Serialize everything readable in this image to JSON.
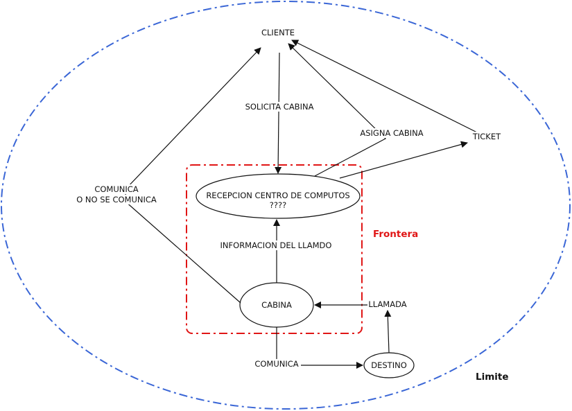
{
  "diagram": {
    "colors": {
      "limit": "#3a66d6",
      "frontier": "#e01515",
      "lines": "#111111"
    },
    "labels": {
      "cliente": "CLIENTE",
      "solicita": "SOLICITA CABINA",
      "asigna": "ASIGNA CABINA",
      "ticket": "TICKET",
      "recepcion_line1": "RECEPCION CENTRO DE COMPUTOS",
      "recepcion_line2": "????",
      "comunica_line1": "COMUNICA",
      "comunica_line2": "O NO SE COMUNICA",
      "informacion": "INFORMACION DEL LLAMDO",
      "cabina": "CABINA",
      "llamada": "LLAMADA",
      "comunica": "COMUNICA",
      "destino": "DESTINO",
      "frontera": "Frontera",
      "limite": "Limite"
    }
  }
}
